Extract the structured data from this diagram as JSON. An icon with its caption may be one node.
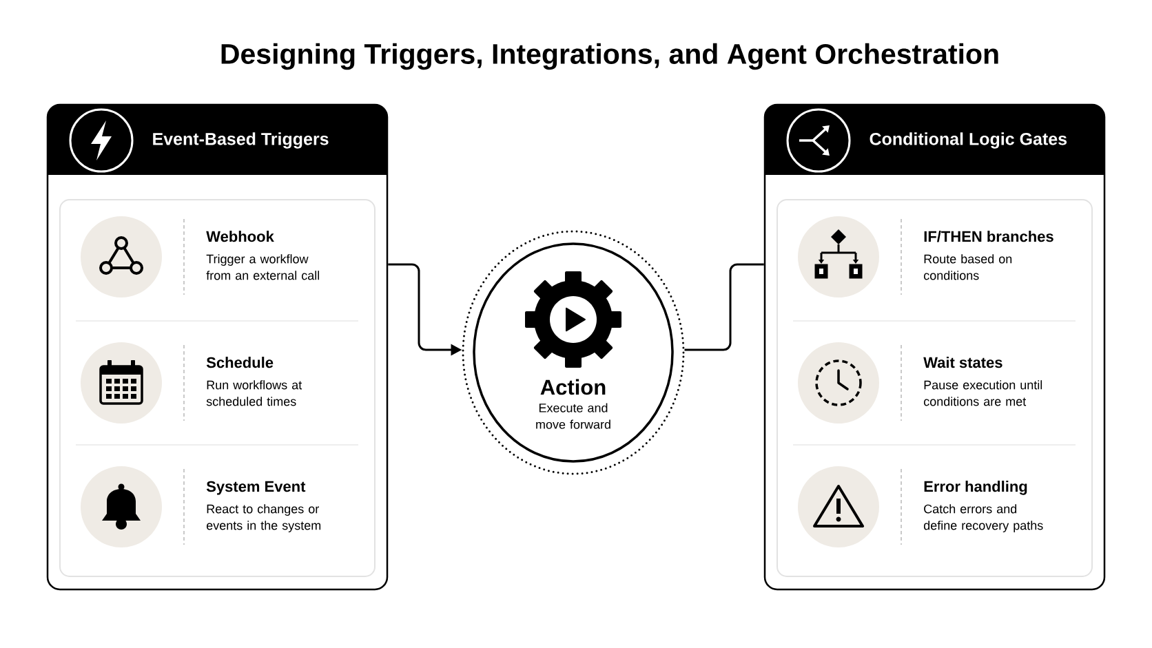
{
  "diagram": {
    "title": "Designing Triggers, Integrations, and Agent Orchestration",
    "nodes": [
      {
        "text": [
          "Event-Based Triggers"
        ]
      },
      {
        "text": [
          "Webhook",
          "Trigger a workflow from an external call"
        ],
        "in": 0
      },
      {
        "text": [
          "Schedule",
          "Run workflows at scheduled times"
        ],
        "in": 0
      },
      {
        "text": [
          "System Event",
          "React to changes or events in the system"
        ],
        "in": 0
      },
      {
        "text": [
          "Action",
          "Execute and move forward"
        ]
      },
      {
        "text": [
          "Conditional Logic Gates"
        ]
      },
      {
        "text": [
          "IF/THEN branches",
          "Route based on conditions"
        ],
        "in": 5
      },
      {
        "text": [
          "Wait states",
          "Pause execution until conditions are met"
        ],
        "in": 5
      },
      {
        "text": [
          "Error handling",
          "Catch errors and define recovery paths"
        ],
        "in": 5
      }
    ],
    "edges": [
      {
        "from": 0,
        "to": 4,
        "arrow": "to"
      },
      {
        "from": 4,
        "to": 5,
        "arrow": "none"
      }
    ]
  }
}
